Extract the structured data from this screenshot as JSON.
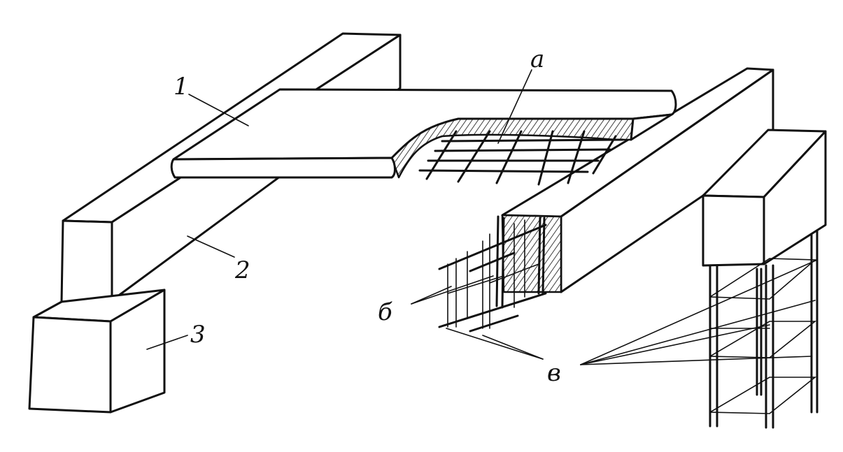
{
  "labels": {
    "slab": "1",
    "beam": "2",
    "column": "3",
    "mesh": "а",
    "frames": "б",
    "cages": "в"
  }
}
